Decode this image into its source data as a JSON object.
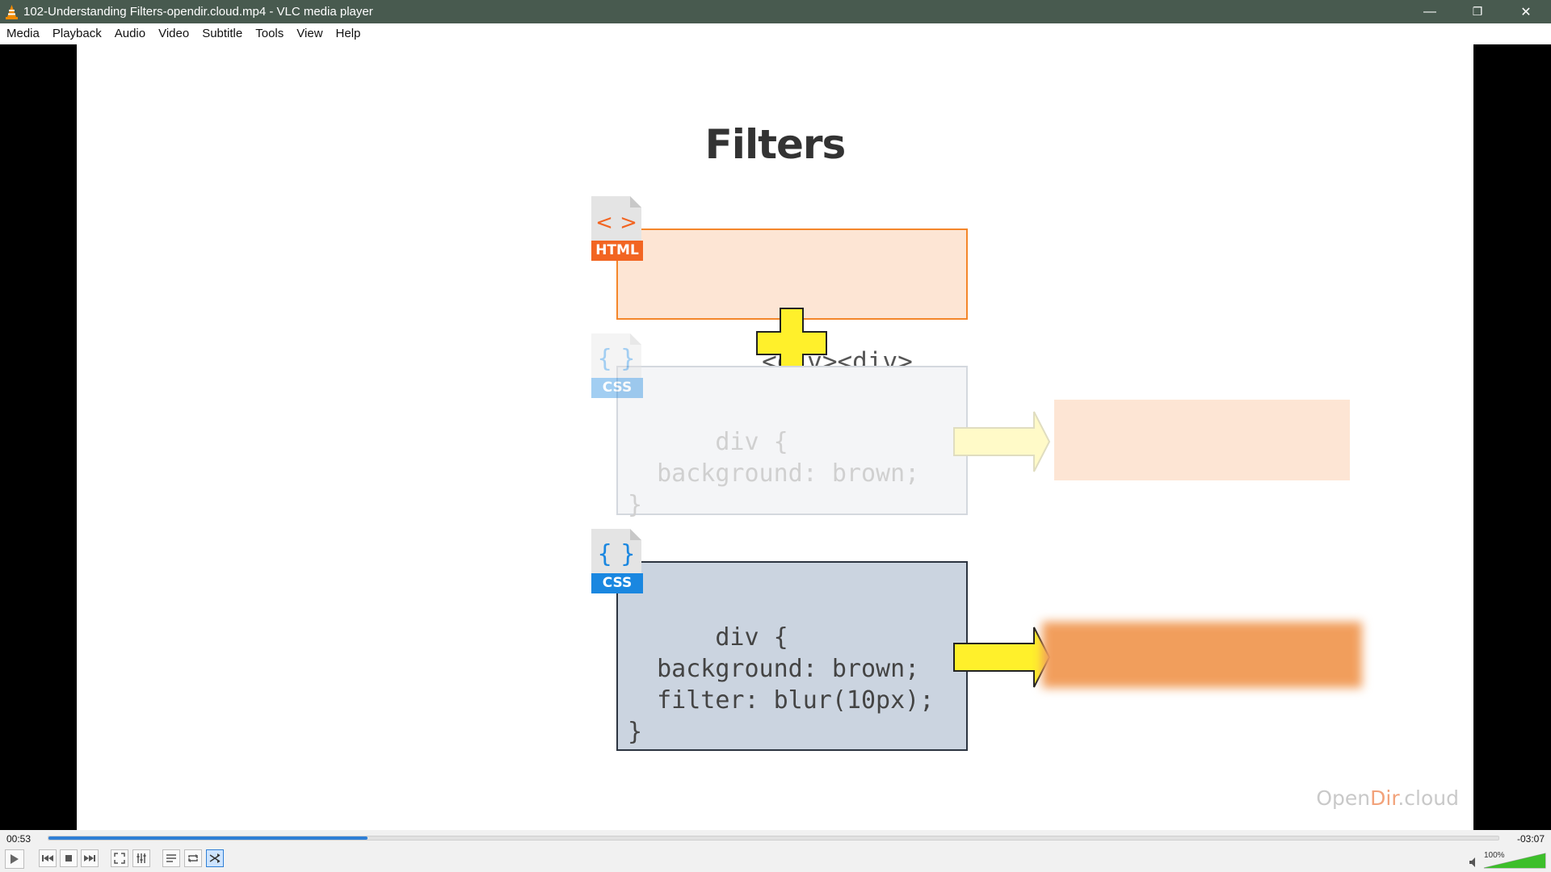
{
  "window": {
    "title": "102-Understanding Filters-opendir.cloud.mp4 - VLC media player",
    "minimize_glyph": "—",
    "maximize_glyph": "❐",
    "close_glyph": "✕"
  },
  "menu": [
    "Media",
    "Playback",
    "Audio",
    "Video",
    "Subtitle",
    "Tools",
    "View",
    "Help"
  ],
  "slide": {
    "title": "Filters",
    "html_box": {
      "code": "<div><div>",
      "tag": "HTML",
      "glyph": "< >"
    },
    "css_faded_box": {
      "code": "div {\n  background: brown;\n}",
      "tag": "CSS",
      "glyph": "{ }"
    },
    "css_box": {
      "code": "div {\n  background: brown;\n  filter: blur(10px);\n}",
      "tag": "CSS",
      "glyph": "{ }"
    },
    "watermark_prefix": "Open",
    "watermark_mid": "Dir",
    "watermark_suffix": ".cloud",
    "colors": {
      "orange_fill": "#fde5d4",
      "orange_border": "#f4862a",
      "blurred_result": "#f19e5c",
      "yellow": "#fff02b",
      "css_blue": "#1a87e0",
      "html_orange": "#f26522"
    }
  },
  "player": {
    "elapsed": "00:53",
    "remaining": "-03:07",
    "progress": 0.22,
    "volume": "100%",
    "volume_level": 1.0
  }
}
